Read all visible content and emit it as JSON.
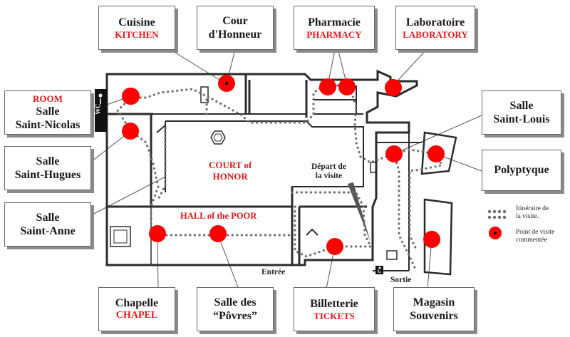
{
  "rooms": {
    "cuisine": {
      "name": "Cuisine",
      "en": "KITCHEN"
    },
    "cour_dhonneur": {
      "line1": "Cour",
      "line2": "d'Honneur"
    },
    "pharmacie": {
      "name": "Pharmacie",
      "en": "PHARMACY"
    },
    "laboratoire": {
      "name": "Laboratoire",
      "en": "LABORATORY"
    },
    "salle_saint_nicolas": {
      "en": "ROOM",
      "line1": "Salle",
      "line2": "Saint-Nicolas"
    },
    "salle_saint_louis": {
      "line1": "Salle",
      "line2": "Saint-Louis"
    },
    "salle_saint_hugues": {
      "line1": "Salle",
      "line2": "Saint-Hugues"
    },
    "polyptyque": {
      "name": "Polyptyque"
    },
    "salle_saint_anne": {
      "line1": "Salle",
      "line2": "Saint-Anne"
    },
    "chapelle": {
      "name": "Chapelle",
      "en": "CHAPEL"
    },
    "salle_des_povres": {
      "line1": "Salle des",
      "line2": "“Pôvres”"
    },
    "billetterie": {
      "name": "Billetterie",
      "en": "TICKETS"
    },
    "magasin_souvenirs": {
      "line1": "Magasin",
      "line2": "Souvenirs"
    }
  },
  "map_labels": {
    "court_of_honor": {
      "line1": "COURT of",
      "line2": "HONOR"
    },
    "hall_of_the_poor": "HALL of the  POOR",
    "depart": {
      "line1": "Départ de",
      "line2": "la visite"
    },
    "entree": "Entrée",
    "sortie": "Sortie",
    "wc": "WC"
  },
  "legend": {
    "itinerary": {
      "line1": "Itinéraire de",
      "line2": "la visite."
    },
    "point": {
      "line1": "Point de visite",
      "line2": "commentée"
    }
  },
  "colors": {
    "visit_point": "#ff0000",
    "english_label": "#e0191c",
    "wall": "#2b2b2b",
    "path_dot": "#6e6e6e"
  }
}
